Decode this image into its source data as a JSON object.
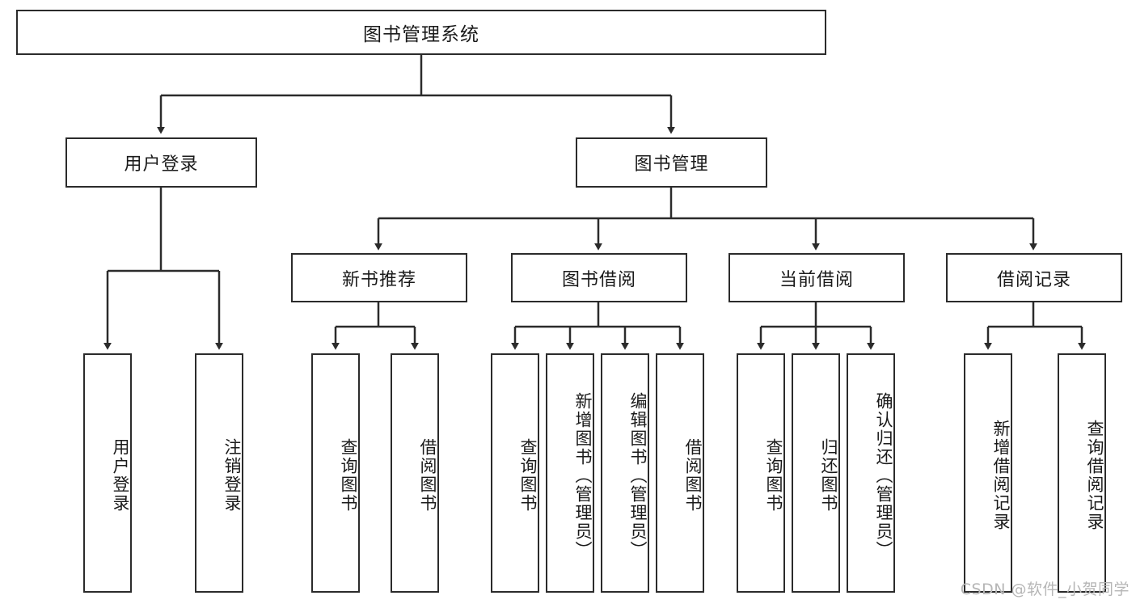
{
  "diagram": {
    "title": "图书管理系统",
    "watermark": "CSDN @软件_小贺同学",
    "stroke_color": "#2b2b2b",
    "background_color": "#ffffff",
    "text_color": "#1a1a1a",
    "watermark_color": "#b6b6b6",
    "root": {
      "label": "图书管理系统"
    },
    "level2": [
      {
        "label": "用户登录"
      },
      {
        "label": "图书管理"
      }
    ],
    "level3": [
      {
        "label": "新书推荐"
      },
      {
        "label": "图书借阅"
      },
      {
        "label": "当前借阅"
      },
      {
        "label": "借阅记录"
      }
    ],
    "leaves": {
      "user_login": [
        {
          "label": "用户登录"
        },
        {
          "label": "注销登录"
        }
      ],
      "new_book_recommend": [
        {
          "label": "查询图书"
        },
        {
          "label": "借阅图书"
        }
      ],
      "book_borrow": [
        {
          "label": "查询图书"
        },
        {
          "label": "新增图书（管理员）"
        },
        {
          "label": "编辑图书（管理员）"
        },
        {
          "label": "借阅图书"
        }
      ],
      "current_borrow": [
        {
          "label": "查询图书"
        },
        {
          "label": "归还图书"
        },
        {
          "label": "确认归还（管理员）"
        }
      ],
      "borrow_record": [
        {
          "label": "新增借阅记录"
        },
        {
          "label": "查询借阅记录"
        }
      ]
    }
  }
}
